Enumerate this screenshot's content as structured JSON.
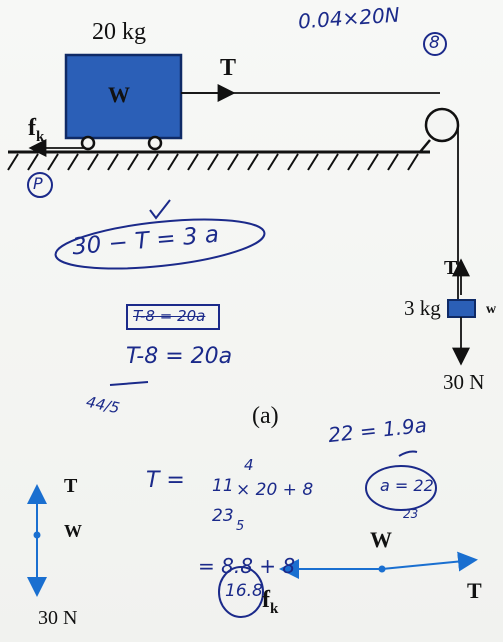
{
  "diagram": {
    "block_mass": "20 kg",
    "block_label": "W",
    "tension_top": "T",
    "friction": "f",
    "friction_sub": "k",
    "tension_hanging": "T",
    "hanging_mass": "3 kg",
    "hanging_weight": "w",
    "hanging_force": "30 N",
    "part_label": "(a)"
  },
  "fbd_vertical": {
    "top": "T",
    "mid": "W",
    "bottom": "30 N"
  },
  "fbd_horizontal": {
    "left_label": "f",
    "left_sub": "k",
    "top": "W",
    "right": "T"
  },
  "handwritten": {
    "top_note": "0.04×20N",
    "circled_8": "8",
    "circled_p": "P",
    "eq1": "30 − T = 3 a",
    "boxed": "T-8 = 20a",
    "eq2": "T-8 = 20a",
    "mark_44": "44/5",
    "t_eq": "T =",
    "fraction_num": "11",
    "fraction_den": "23",
    "exp4": "4",
    "frac_tail": "× 20 + 8",
    "five": "5",
    "eq_result": "= 8.8 + 8",
    "circled_168": "16.8",
    "a22": "22 = 1.9a",
    "a_eq": "a = 22",
    "small_23": "23"
  },
  "colors": {
    "block_fill": "#2b5fb7",
    "block_stroke": "#0f2a66",
    "hand_ink": "#1b2a8a",
    "fbd_blue": "#1a6fd0"
  }
}
